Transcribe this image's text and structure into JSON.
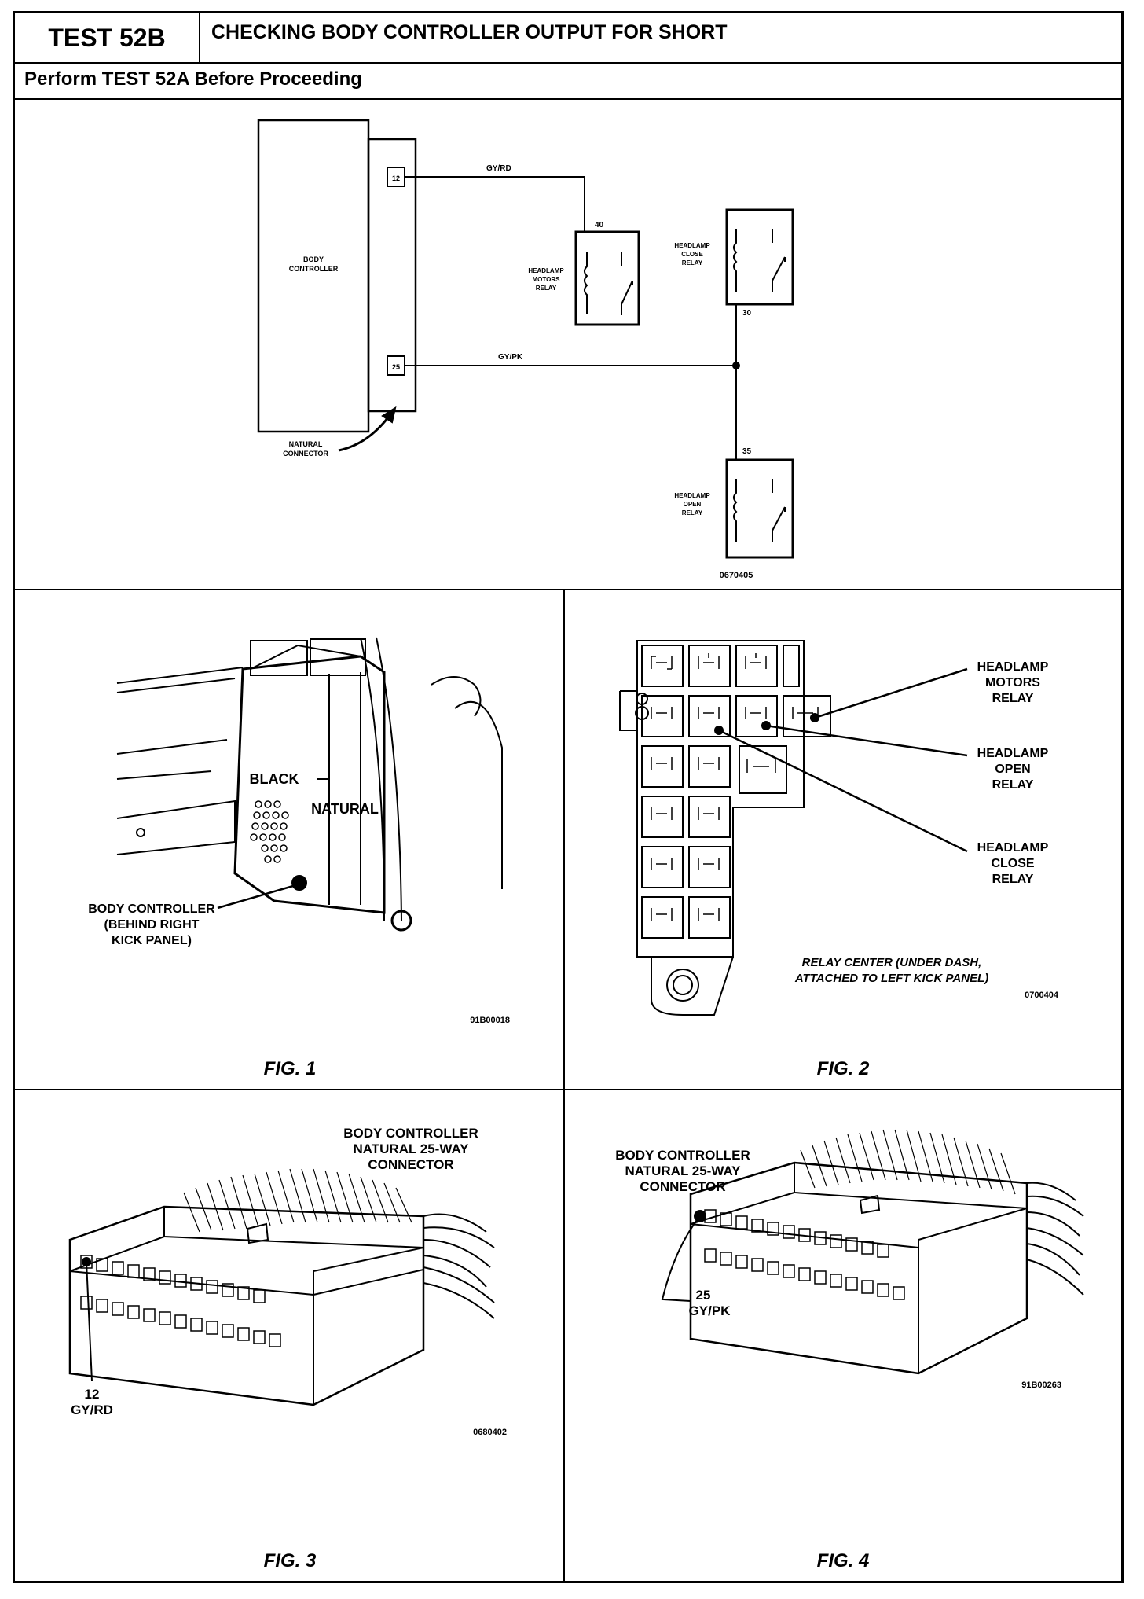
{
  "header": {
    "test_id": "TEST 52B",
    "title": "CHECKING BODY CONTROLLER OUTPUT FOR SHORT",
    "prerequisite": "Perform TEST 52A Before Proceeding"
  },
  "schematic": {
    "body_controller": [
      "BODY",
      "CONTROLLER"
    ],
    "pin_12": "12",
    "pin_25": "25",
    "wire_1": "GY/RD",
    "wire_2": "GY/PK",
    "natural_connector": [
      "NATURAL",
      "CONNECTOR"
    ],
    "motors_relay": [
      "HEADLAMP",
      "MOTORS",
      "RELAY"
    ],
    "motors_pin": "40",
    "close_relay": [
      "HEADLAMP",
      "CLOSE",
      "RELAY"
    ],
    "close_pin": "30",
    "open_relay": [
      "HEADLAMP",
      "OPEN",
      "RELAY"
    ],
    "open_pin": "35",
    "code": "0670405"
  },
  "fig1": {
    "label": "FIG. 1",
    "black": "BLACK",
    "natural": "NATURAL",
    "callout": [
      "BODY CONTROLLER",
      "(BEHIND RIGHT",
      "KICK PANEL)"
    ],
    "code": "91B00018"
  },
  "fig2": {
    "label": "FIG. 2",
    "motors": [
      "HEADLAMP",
      "MOTORS",
      "RELAY"
    ],
    "open": [
      "HEADLAMP",
      "OPEN",
      "RELAY"
    ],
    "close": [
      "HEADLAMP",
      "CLOSE",
      "RELAY"
    ],
    "caption": [
      "RELAY CENTER (UNDER DASH,",
      "ATTACHED TO LEFT KICK PANEL)"
    ],
    "code": "0700404"
  },
  "fig3": {
    "label": "FIG. 3",
    "title": [
      "BODY CONTROLLER",
      "NATURAL 25-WAY",
      "CONNECTOR"
    ],
    "pin": "12",
    "wire": "GY/RD",
    "code": "0680402"
  },
  "fig4": {
    "label": "FIG. 4",
    "title": [
      "BODY CONTROLLER",
      "NATURAL 25-WAY",
      "CONNECTOR"
    ],
    "pin": "25",
    "wire": "GY/PK",
    "code": "91B00263"
  }
}
